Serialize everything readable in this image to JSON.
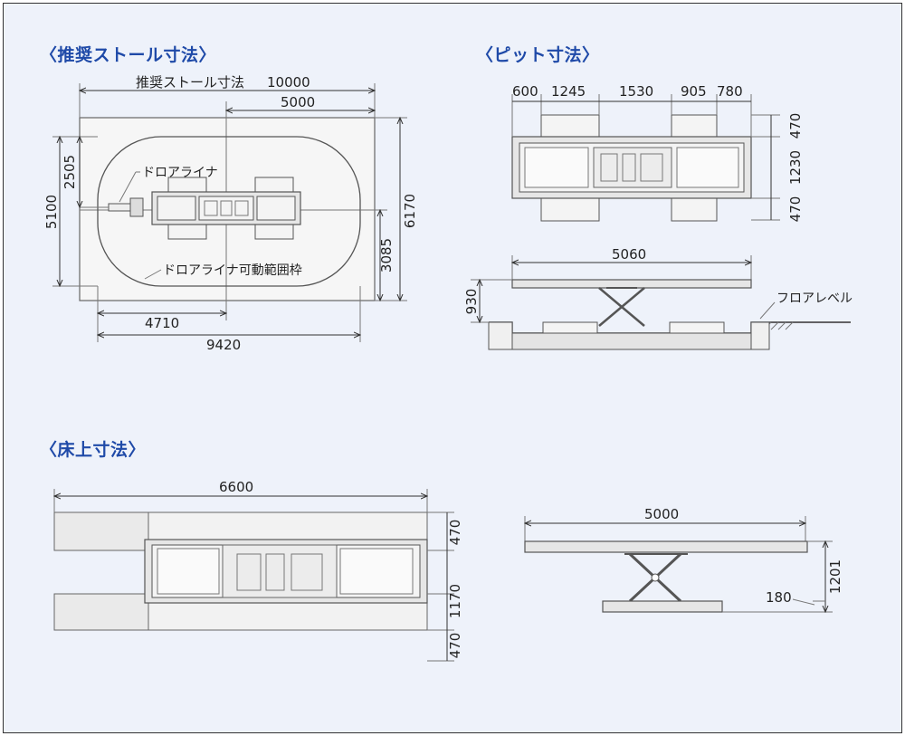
{
  "titles": {
    "stall": "〈推奨ストール寸法〉",
    "pit": "〈ピット寸法〉",
    "floor": "〈床上寸法〉"
  },
  "stall": {
    "top_label": "推奨ストール寸法",
    "width_total": "10000",
    "width_half": "5000",
    "height_total": "6170",
    "height_half": "3085",
    "left_total": "5100",
    "left_half": "2505",
    "bottom_half": "4710",
    "bottom_total": "9420",
    "drum_liner": "ドロアライナ",
    "drum_liner_range": "ドロアライナ可動範囲枠"
  },
  "pit": {
    "segments": [
      "600",
      "1245",
      "1530",
      "905",
      "780"
    ],
    "vertical": [
      "470",
      "1230",
      "470"
    ],
    "deck_length": "5060",
    "depth": "930",
    "floor_level": "フロアレベル"
  },
  "floor": {
    "length": "6600",
    "vertical": [
      "470",
      "1170",
      "470"
    ],
    "deck_length": "5000",
    "height": "1201",
    "base": "180"
  },
  "colors": {
    "title": "#1f4aa8",
    "background": "#eef2fa",
    "line": "#333333"
  }
}
